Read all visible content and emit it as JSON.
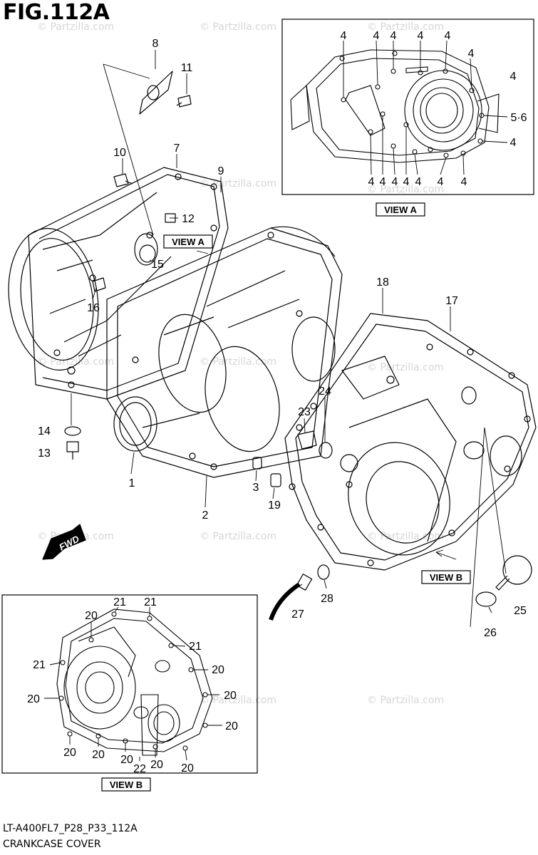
{
  "title": "FIG.112A",
  "watermark": "© Partzilla.com",
  "footer": {
    "code": "LT-A400FL7_P28_P33_112A",
    "caption": "CRANKCASE COVER"
  },
  "view_boxes": {
    "view_a_title": "VIEW A",
    "view_b_title": "VIEW B"
  },
  "callouts": {
    "view_a_in_main": "VIEW A",
    "view_b_in_main": "VIEW B",
    "fwd": "FWD"
  },
  "parts": {
    "p1": "1",
    "p2": "2",
    "p3": "3",
    "p7": "7",
    "p8": "8",
    "p9": "9",
    "p10": "10",
    "p11": "11",
    "p12": "12",
    "p13": "13",
    "p14": "14",
    "p15": "15",
    "p16": "16",
    "p17": "17",
    "p18": "18",
    "p19": "19",
    "p23": "23",
    "p24": "24",
    "p25": "25",
    "p26": "26",
    "p27": "27",
    "p28": "28"
  },
  "view_a_labels": [
    "4",
    "4",
    "4",
    "4",
    "4",
    "4",
    "4",
    "5·6",
    "4",
    "4",
    "4",
    "4",
    "4",
    "4",
    "4",
    "4"
  ],
  "view_b_labels": [
    "21",
    "21",
    "20",
    "21",
    "21",
    "20",
    "20",
    "20",
    "20",
    "20",
    "20",
    "20",
    "22",
    "20",
    "20"
  ],
  "colors": {
    "line": "#000000",
    "watermark": "#d6d6d6"
  }
}
